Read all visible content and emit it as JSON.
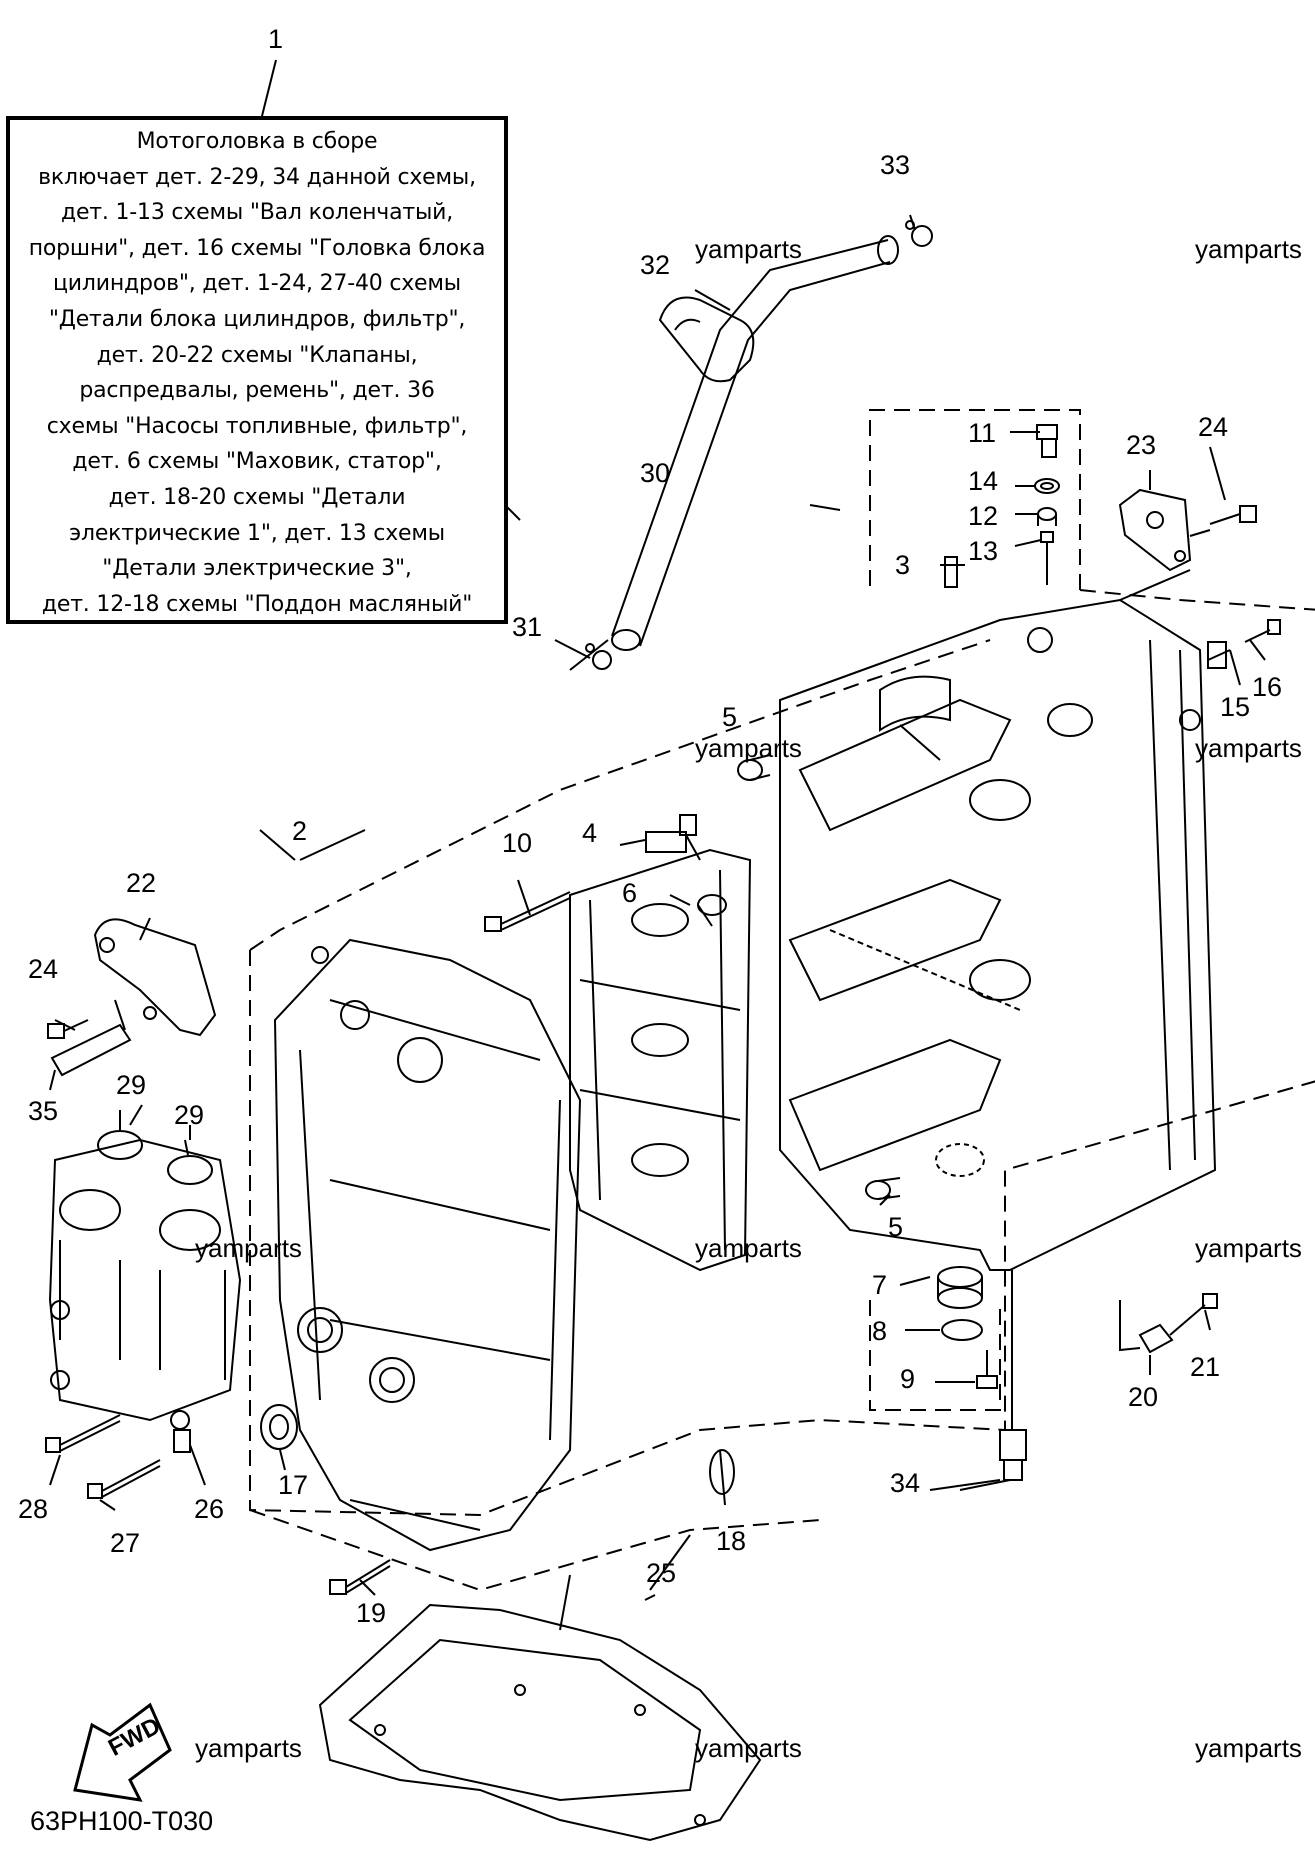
{
  "assembly_note": {
    "callout": "1",
    "lines": [
      "Мотоголовка в сборе",
      "включает дет. 2-29, 34 данной схемы,",
      "дет. 1-13 схемы \"Вал коленчатый,",
      "поршни\", дет. 16 схемы \"Головка блока",
      "цилиндров\", дет. 1-24, 27-40 схемы",
      "\"Детали блока цилиндров, фильтр\",",
      "дет. 20-22 схемы \"Клапаны,",
      "распредвалы, ремень\", дет. 36",
      "схемы \"Насосы топливные, фильтр\",",
      "дет. 6 схемы \"Маховик, статор\",",
      "дет. 18-20 схемы \"Детали",
      "электрические 1\", дет. 13 схемы",
      "\"Детали электрические 3\",",
      "дет. 12-18 схемы \"Поддон масляный\""
    ]
  },
  "callouts": {
    "c2": "2",
    "c3": "3",
    "c4": "4",
    "c5a": "5",
    "c5b": "5",
    "c6": "6",
    "c7": "7",
    "c8": "8",
    "c9": "9",
    "c10": "10",
    "c11": "11",
    "c12": "12",
    "c13": "13",
    "c14": "14",
    "c15": "15",
    "c16": "16",
    "c17": "17",
    "c18": "18",
    "c19": "19",
    "c20": "20",
    "c21": "21",
    "c22": "22",
    "c23": "23",
    "c24a": "24",
    "c24b": "24",
    "c25": "25",
    "c26": "26",
    "c27": "27",
    "c28": "28",
    "c29a": "29",
    "c29b": "29",
    "c30": "30",
    "c31": "31",
    "c32": "32",
    "c33": "33",
    "c34": "34",
    "c35": "35"
  },
  "watermark": "yamparts",
  "fwd_label": "FWD",
  "diagram_code": "63PH100-T030"
}
